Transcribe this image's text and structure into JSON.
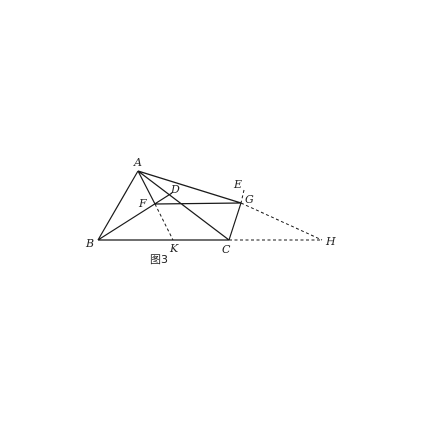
{
  "figure": {
    "caption": "图3",
    "points": {
      "A": "A",
      "B": "B",
      "C": "C",
      "D": "D",
      "E": "E",
      "F": "F",
      "G": "G",
      "H": "H",
      "K": "K"
    }
  }
}
